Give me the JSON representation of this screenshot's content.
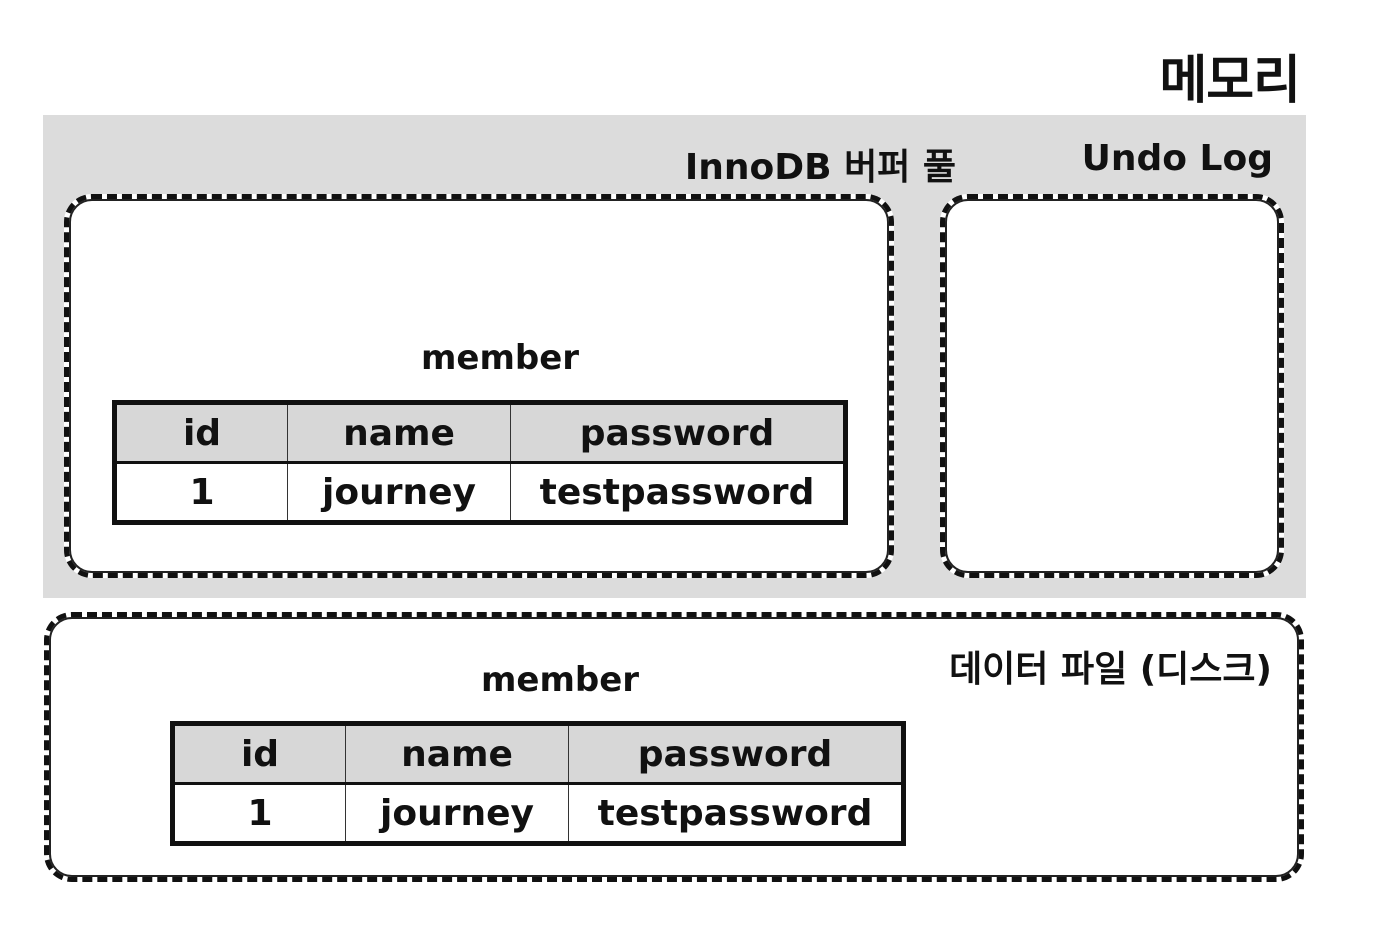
{
  "memory_title": "메모리",
  "buffer_pool": {
    "label": "InnoDB 버퍼 풀",
    "table": {
      "caption": "member",
      "columns": [
        "id",
        "name",
        "password"
      ],
      "rows": [
        [
          "1",
          "journey",
          "testpassword"
        ]
      ]
    }
  },
  "undo_log": {
    "label": "Undo Log"
  },
  "data_file": {
    "label": "데이터 파일 (디스크)",
    "table": {
      "caption": "member",
      "columns": [
        "id",
        "name",
        "password"
      ],
      "rows": [
        [
          "1",
          "journey",
          "testpassword"
        ]
      ]
    }
  }
}
